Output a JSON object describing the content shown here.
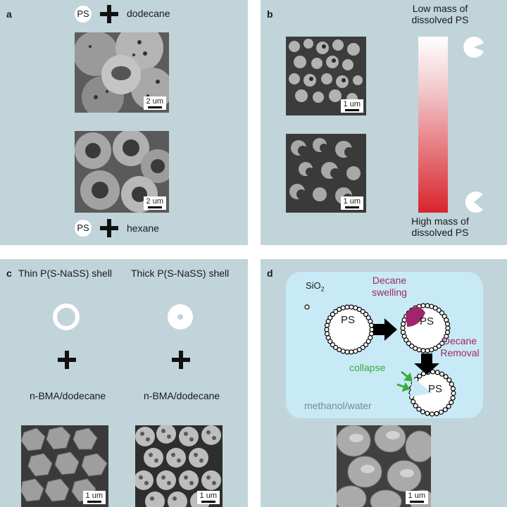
{
  "panel_a": {
    "label": "a",
    "ps_label": "PS",
    "top_solvent": "dodecane",
    "bottom_solvent": "hexane",
    "scale_top": "2 um",
    "scale_bottom": "2 um"
  },
  "panel_b": {
    "label": "b",
    "low_mass_line1": "Low mass of",
    "low_mass_line2": "dissolved PS",
    "high_mass_line1": "High mass of",
    "high_mass_line2": "dissolved PS",
    "scale_top": "1 um",
    "scale_bottom": "1 um",
    "gradient_colors": [
      "#ffffff",
      "#d9242c"
    ]
  },
  "panel_c": {
    "label": "c",
    "thin_shell": "Thin P(S-NaSS) shell",
    "thick_shell": "Thick P(S-NaSS) shell",
    "monomer_left": "n-BMA/dodecane",
    "monomer_right": "n-BMA/dodecane",
    "scale_left": "1 um",
    "scale_right": "1 um"
  },
  "panel_d": {
    "label": "d",
    "sio2_label": "SiO",
    "sio2_sub": "2",
    "ps_1": "PS",
    "ps_2": "PS",
    "ps_3": "PS",
    "decane_swelling_1": "Decane",
    "decane_swelling_2": "swelling",
    "decane_removal_1": "Decane",
    "decane_removal_2": "Removal",
    "collapse": "collapse",
    "medium": "methanol/water",
    "scale": "1 um",
    "colors": {
      "decane": "#a0256a",
      "collapse": "#3caa3c",
      "medium_bg": "#c8eaf6"
    }
  }
}
